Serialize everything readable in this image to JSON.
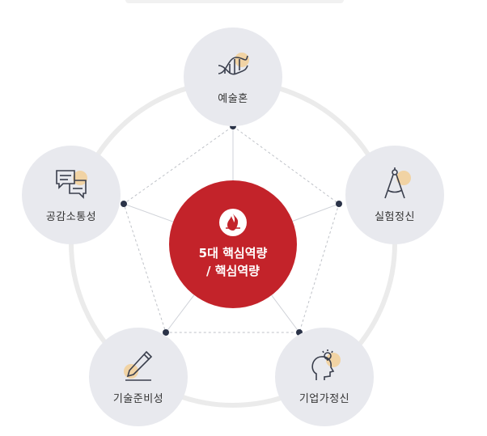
{
  "colors": {
    "accent": "#c3232a",
    "node_fill": "#e8e9ee",
    "ring": "#ebebeb",
    "dot": "#2b3348",
    "highlight": "#f2cf97"
  },
  "center": {
    "icon": "flame-emblem-icon",
    "line1": "5대 핵심역량",
    "line2": "/ 핵심역량"
  },
  "nodes": [
    {
      "key": "artisan",
      "label": "예술혼",
      "icon": "dna-icon"
    },
    {
      "key": "experiment",
      "label": "실험정신",
      "icon": "compass-icon"
    },
    {
      "key": "entrepreneur",
      "label": "기업가정신",
      "icon": "head-lightbulb-icon"
    },
    {
      "key": "technical",
      "label": "기술준비성",
      "icon": "pen-icon"
    },
    {
      "key": "empathy",
      "label": "공감소통성",
      "icon": "chat-bubbles-icon"
    }
  ]
}
